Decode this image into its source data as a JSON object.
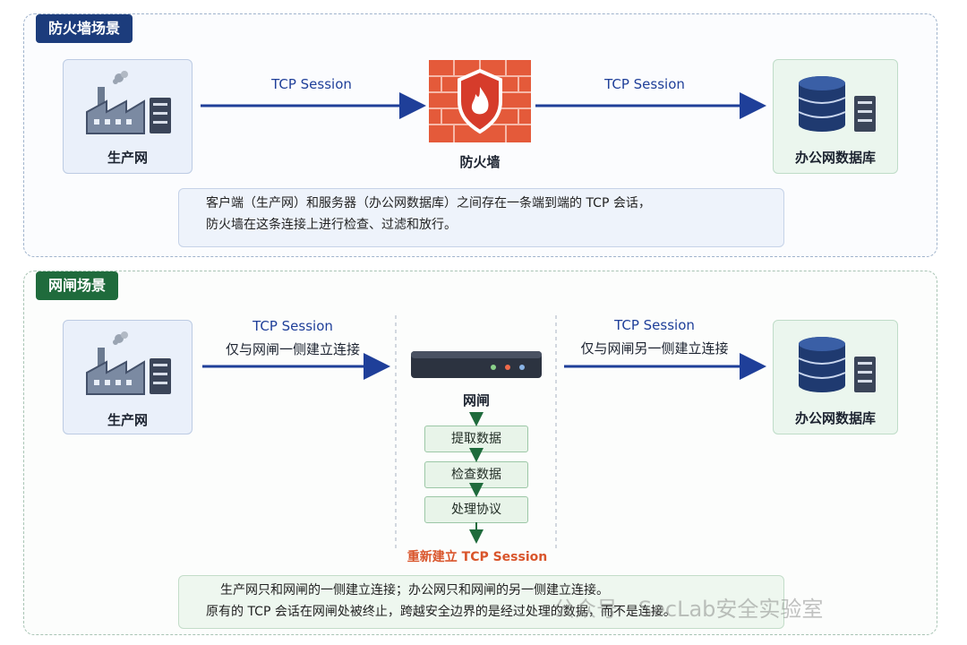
{
  "firewall_scenario": {
    "title": "防火墙场景",
    "client_label": "生产网",
    "middle_label": "防火墙",
    "server_label": "办公网数据库",
    "edge_left_label": "TCP Session",
    "edge_right_label": "TCP Session",
    "note_lines": [
      "客户端（生产网）和服务器（办公网数据库）之间存在一条端到端的 TCP 会话，",
      "防火墙在这条连接上进行检查、过滤和放行。"
    ]
  },
  "gateway_scenario": {
    "title": "网闸场景",
    "client_label": "生产网",
    "middle_label": "网闸",
    "server_label": "办公网数据库",
    "edge_left_label": "TCP Session",
    "edge_left_sublabel": "仅与网闸一侧建立连接",
    "edge_right_label": "TCP Session",
    "edge_right_sublabel": "仅与网闸另一侧建立连接",
    "steps": [
      "提取数据",
      "检查数据",
      "处理协议"
    ],
    "reestablish_label": "重新建立 TCP Session",
    "note_lines": [
      "生产网只和网闸的一侧建立连接；办公网只和网闸的另一侧建立连接。",
      "原有的 TCP 会话在网闸处被终止，跨越安全边界的是经过处理的数据，而不是连接。"
    ]
  },
  "watermark": "公众号 · SecLab安全实验室",
  "colors": {
    "arrow_blue": "#1f3f99",
    "arrow_green": "#1f6b3c",
    "firewall_badge": "#1c3c7c",
    "gateway_badge": "#1f6b3c",
    "reestablish_text": "#d9552b"
  }
}
